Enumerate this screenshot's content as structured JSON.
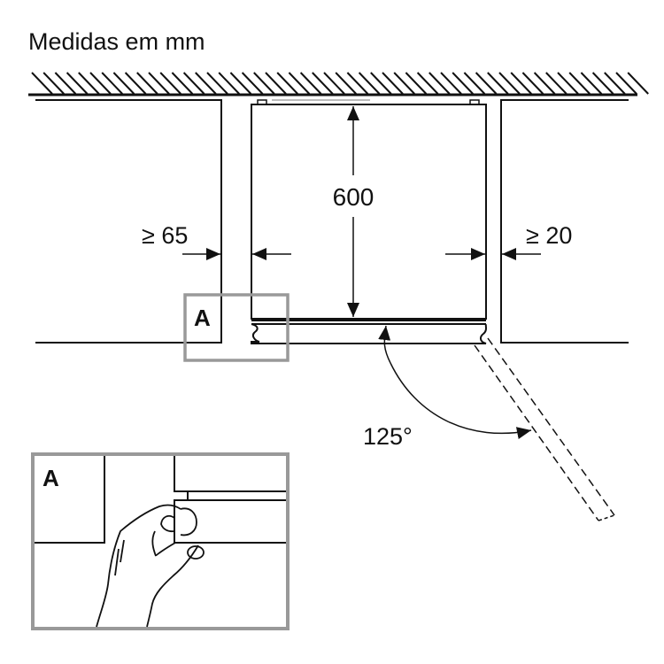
{
  "title": "Medidas em mm",
  "dimensions": {
    "depth": "600",
    "left_gap": "≥ 65",
    "right_gap": "≥ 20",
    "door_angle": "125°"
  },
  "detail_label": "A",
  "inset_label": "A",
  "colors": {
    "line": "#111111",
    "detail_frame": "#999999"
  }
}
